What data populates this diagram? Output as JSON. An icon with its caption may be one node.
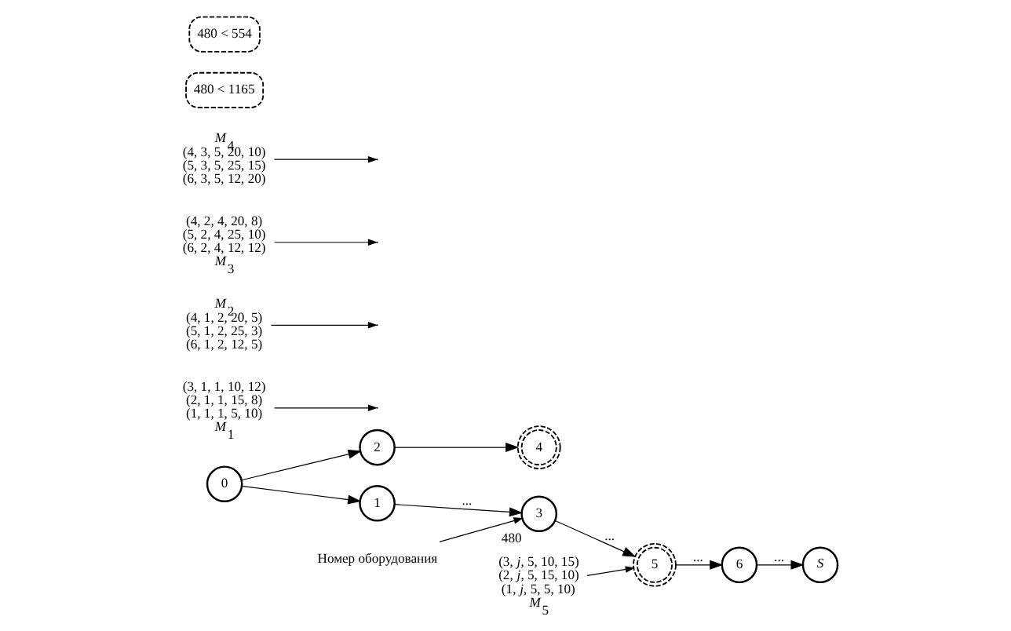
{
  "diagram": {
    "nodes": [
      {
        "text": [
          "0"
        ]
      },
      {
        "text": [
          "1"
        ]
      },
      {
        "text": [
          "3"
        ],
        "beside": [
          "480"
        ]
      },
      {
        "text": [
          "5"
        ]
      },
      {
        "text": [
          "6"
        ]
      },
      {
        "text": [
          "S"
        ]
      },
      {
        "text": [
          "2"
        ]
      },
      {
        "text": [
          "4"
        ]
      },
      {
        "text": [
          "(3, 1, 1, 10, 12)",
          "(2, 1, 1, 15, 8)",
          "(1, 1, 1, 5, 10)",
          "*M*$_{1}$"
        ]
      },
      {
        "text": [
          "*M*$_{2}$",
          "(4, 1, 2, 20, 5)",
          "(5, 1, 2, 25, 3)",
          "(6, 1, 2, 12, 5)"
        ]
      },
      {
        "text": [
          "(4, 2, 4, 20, 8)",
          "(5, 2, 4, 25, 10)",
          "(6, 2, 4, 12, 12)",
          "*M*$_{3}$"
        ]
      },
      {
        "text": [
          "*M*$_{4}$",
          "(4, 3, 5, 20, 10)",
          "(5, 3, 5, 25, 15)",
          "(6, 3, 5, 12, 20)"
        ]
      },
      {
        "text": [
          "(3, *j*, 5, 10, 15)",
          "(2, *j*, 5, 15, 10)",
          "(1, *j*, 5, 5, 10)",
          "*M*$_{5}$"
        ]
      },
      {
        "text": [
          "Номер оборудования"
        ]
      },
      {
        "text": [
          "480 < 1165"
        ]
      },
      {
        "text": [
          "480 < 554"
        ]
      }
    ],
    "edges": [
      {
        "from": 0,
        "to": 1,
        "arrow": "to"
      },
      {
        "from": 1,
        "to": 2,
        "arrow": "to",
        "label": "..."
      },
      {
        "from": 2,
        "to": 3,
        "arrow": "to",
        "label": "..."
      },
      {
        "from": 3,
        "to": 4,
        "arrow": "to",
        "label": "..."
      },
      {
        "from": 4,
        "to": 5,
        "arrow": "to",
        "label": "..."
      },
      {
        "from": 0,
        "to": 6,
        "arrow": "to"
      },
      {
        "from": 6,
        "to": 7,
        "arrow": "to"
      },
      {
        "from": 8,
        "to": null,
        "arrow": "to"
      },
      {
        "from": 9,
        "to": null,
        "arrow": "to"
      },
      {
        "from": 10,
        "to": null,
        "arrow": "to"
      },
      {
        "from": 11,
        "to": null,
        "arrow": "to"
      },
      {
        "from": 12,
        "to": 3,
        "arrow": "to"
      },
      {
        "from": 13,
        "to": 2,
        "arrow": "to"
      }
    ]
  }
}
